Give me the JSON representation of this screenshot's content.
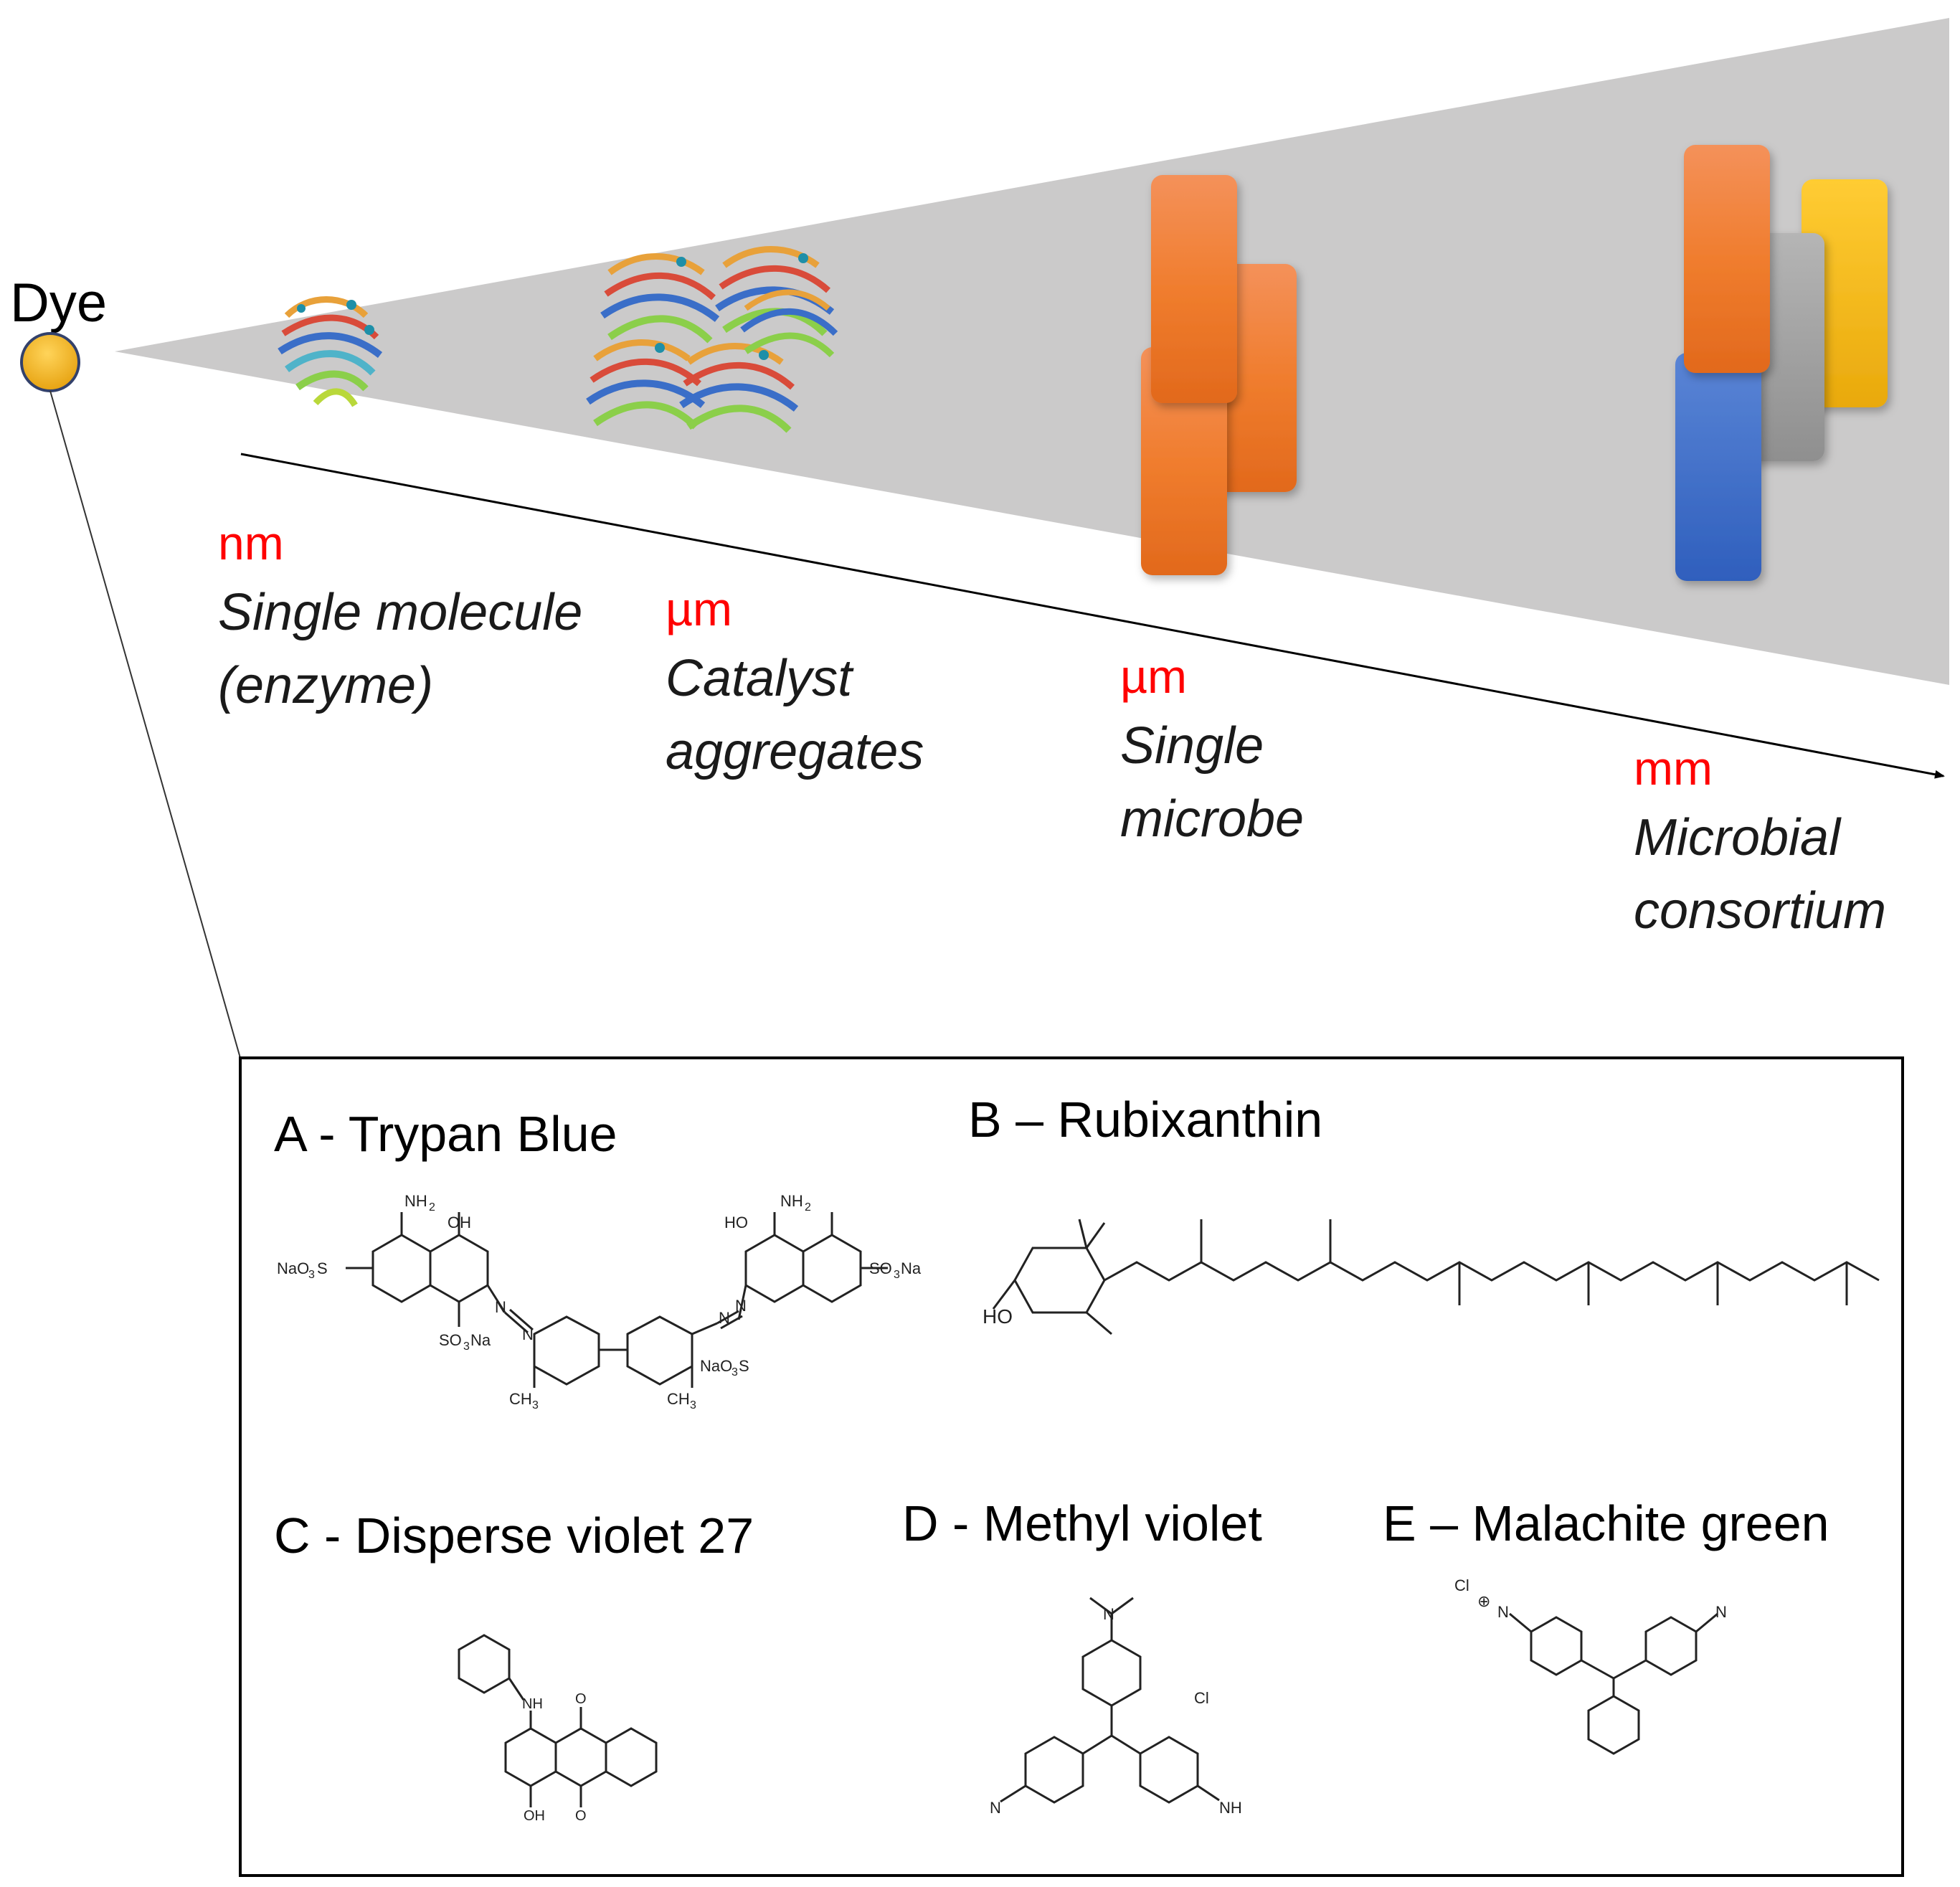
{
  "dye_label": "Dye",
  "scale_stages": [
    {
      "unit": "nm",
      "desc_line1": "Single molecule",
      "desc_line2": "(enzyme)"
    },
    {
      "unit": "µm",
      "desc_line1": "Catalyst",
      "desc_line2": "aggregates"
    },
    {
      "unit": "µm",
      "desc_line1": "Single",
      "desc_line2": "microbe"
    },
    {
      "unit": "mm",
      "desc_line1": "Microbial",
      "desc_line2": "consortium"
    }
  ],
  "dyes": {
    "a": {
      "letter": "A",
      "sep": " - ",
      "name": "Trypan Blue"
    },
    "b": {
      "letter": "B",
      "sep": " – ",
      "name": "Rubixanthin"
    },
    "c": {
      "letter": "C",
      "sep": " - ",
      "name": "Disperse violet 27"
    },
    "d": {
      "letter": "D",
      "sep": " - ",
      "name": "Methyl violet"
    },
    "e": {
      "letter": "E",
      "sep": " – ",
      "name": "Malachite green"
    }
  },
  "chem_labels": {
    "nh2": "NH",
    "sub2": "2",
    "oh": "OH",
    "ho": "HO",
    "naso3_left": "NaO",
    "so3na": "SO",
    "na": "Na",
    "s": "S",
    "ch3": "CH",
    "sub3": "3",
    "n": "N",
    "nh": "NH",
    "o": "O",
    "cl": "Cl",
    "minus": "−",
    "plus": "⊕"
  },
  "colors": {
    "cone": "#cbcaca",
    "dye_ball": "#f2b01e",
    "dye_ball_stroke": "#33416b",
    "orange": "#ee7a2c",
    "blue": "#3a6ec8",
    "gray": "#a6a6a6",
    "yellow": "#fbbe1a",
    "unit_red": "#ff0000"
  }
}
